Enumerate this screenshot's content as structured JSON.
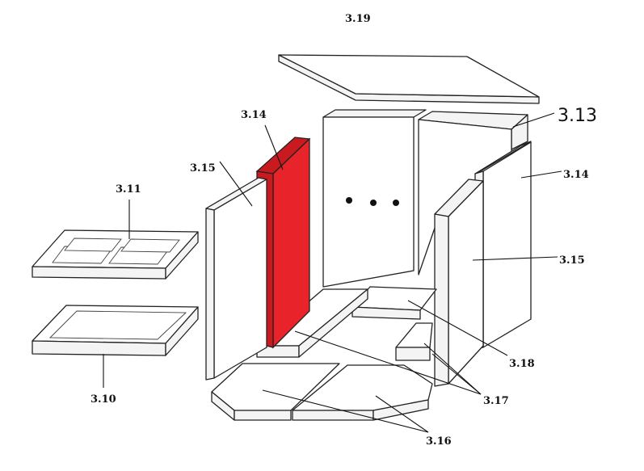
{
  "diagram": {
    "labels": {
      "top_plate": "3.19",
      "back_right": "3.13",
      "side_left_inner": "3.14",
      "side_right_inner": "3.14",
      "side_left_outer": "3.15",
      "side_right_outer": "3.15",
      "grate": "3.11",
      "ash_pan": "3.10",
      "floor_back": "3.18",
      "floor_strips": "3.17",
      "floor_plates": "3.16"
    },
    "colors": {
      "highlight": "#e8232a"
    }
  }
}
